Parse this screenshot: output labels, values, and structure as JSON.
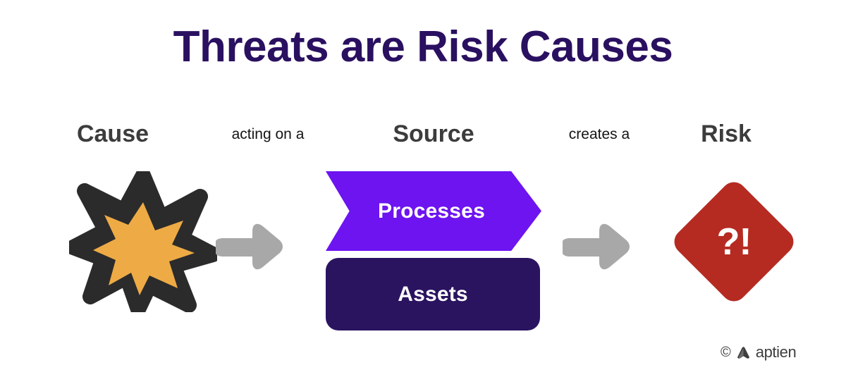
{
  "page": {
    "title": "Threats are Risk Causes",
    "background_color": "#ffffff",
    "title_color": "#2a1060"
  },
  "flow": {
    "steps": [
      {
        "key": "cause",
        "heading": "Cause",
        "icon": "starburst-icon"
      },
      {
        "key": "source",
        "heading": "Source",
        "icon": "source-blocks"
      },
      {
        "key": "risk",
        "heading": "Risk",
        "icon": "risk-diamond-icon"
      }
    ],
    "connectors": [
      {
        "key": "acting-on-a",
        "label": "acting on a",
        "icon": "arrow-right-icon"
      },
      {
        "key": "creates-a",
        "label": "creates a",
        "icon": "arrow-right-icon"
      }
    ]
  },
  "cause": {
    "heading": "Cause",
    "icon_name": "starburst-icon",
    "outer_color": "#2b2b2b",
    "inner_color": "#eeab45"
  },
  "source": {
    "heading": "Source",
    "items": [
      {
        "label": "Processes",
        "shape": "chevron-banner",
        "fill": "#6d14f0",
        "text_color": "#ffffff"
      },
      {
        "label": "Assets",
        "shape": "rounded-rectangle",
        "fill": "#2a1460",
        "text_color": "#ffffff"
      }
    ]
  },
  "risk": {
    "heading": "Risk",
    "symbol": "?!",
    "icon_name": "risk-diamond-icon",
    "fill": "#b52b22",
    "text_color": "#ffffff"
  },
  "arrows": {
    "color": "#a8a8a8",
    "icon_name": "arrow-right-icon"
  },
  "footer": {
    "copyright_symbol": "©",
    "brand": "aptien",
    "logo_icon": "aptien-triangle-logo",
    "color": "#3e3e3e"
  }
}
